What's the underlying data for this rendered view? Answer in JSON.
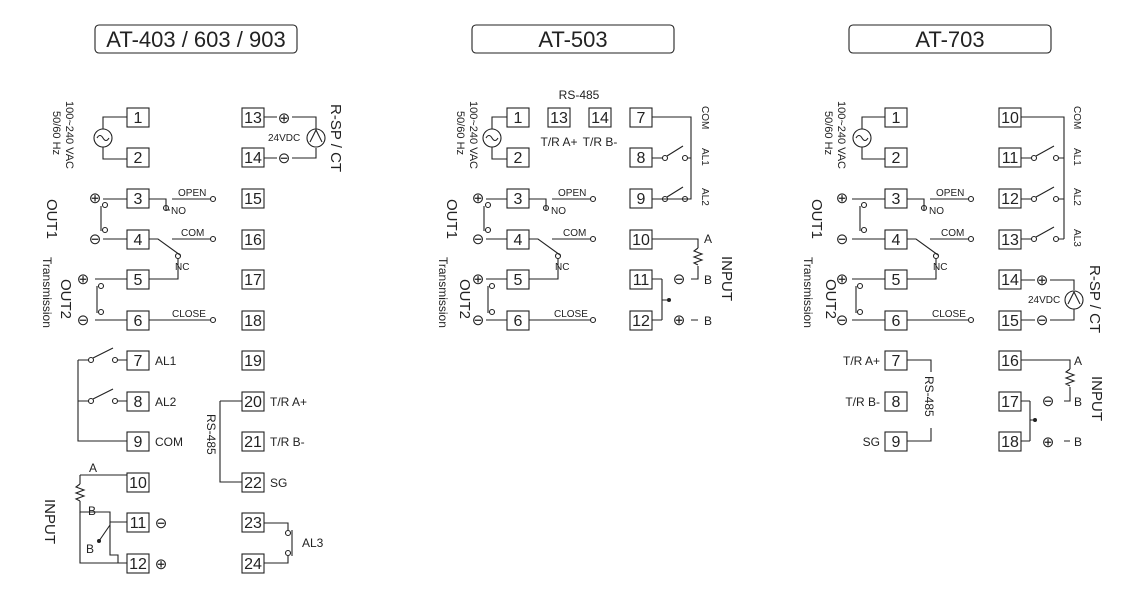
{
  "titles": {
    "a": "AT-403 / 603 / 903",
    "b": "AT-503",
    "c": "AT-703"
  },
  "power": {
    "voltage": "100~240 VAC",
    "freq": "50/60 Hz"
  },
  "labels": {
    "open": "OPEN",
    "no": "NO",
    "com": "COM",
    "nc": "NC",
    "close": "CLOSE",
    "out1": "OUT1",
    "out2": "OUT2",
    "transmission": "Transmission",
    "al1": "AL1",
    "al2": "AL2",
    "al3": "AL3",
    "input": "INPUT",
    "a": "A",
    "b": "B",
    "rsp": "R-SP / CT",
    "vdc": "24VDC",
    "rs485": "RS-485",
    "tra": "T/R A+",
    "trb": "T/R B-",
    "sg": "SG",
    "plus": "⊕",
    "minus": "⊖"
  },
  "terminals": {
    "t1": "1",
    "t2": "2",
    "t3": "3",
    "t4": "4",
    "t5": "5",
    "t6": "6",
    "t7": "7",
    "t8": "8",
    "t9": "9",
    "t10": "10",
    "t11": "11",
    "t12": "12",
    "t13": "13",
    "t14": "14",
    "t15": "15",
    "t16": "16",
    "t17": "17",
    "t18": "18",
    "t19": "19",
    "t20": "20",
    "t21": "21",
    "t22": "22",
    "t23": "23",
    "t24": "24"
  }
}
